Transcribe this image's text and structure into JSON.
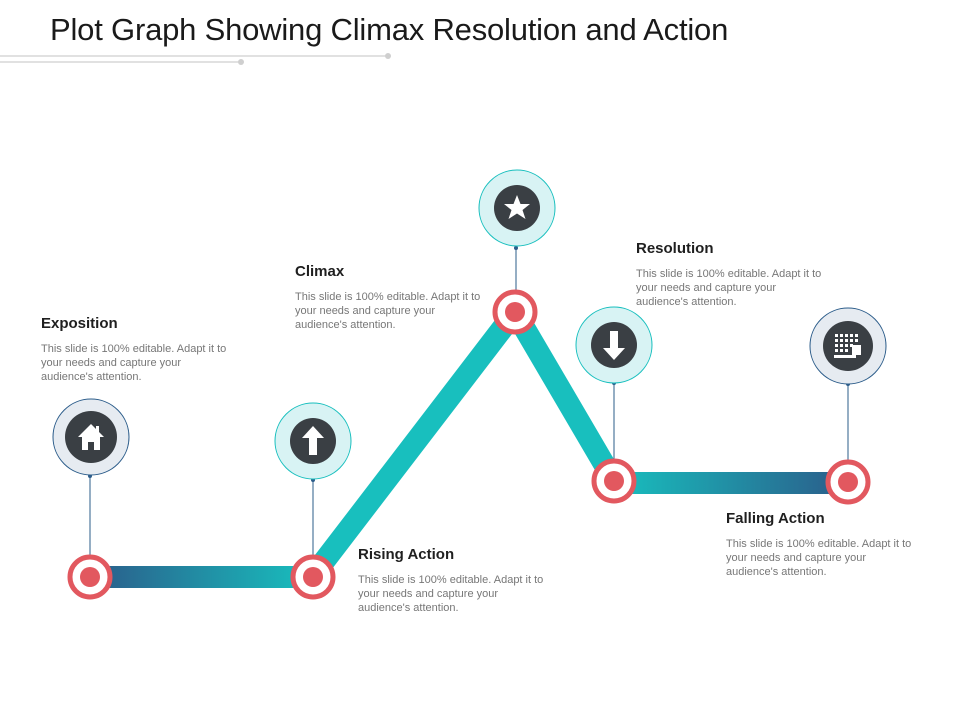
{
  "title": "Plot Graph Showing Climax Resolution and Action",
  "colors": {
    "teal": "#18bfbe",
    "navy": "#2b5c8a",
    "marker": "#e2585f",
    "icon_dark": "#3a3f44",
    "circle_fill_teal": "#d8f3f4",
    "circle_fill_gray": "#e6ebf1"
  },
  "stages": [
    {
      "id": "exposition",
      "title": "Exposition",
      "text": "This slide is 100% editable. Adapt it to your needs and capture your audience's attention.",
      "icon": "home-icon"
    },
    {
      "id": "rising-action",
      "title": "Rising Action",
      "text": "This slide is 100% editable. Adapt it to your needs and capture your audience's attention.",
      "icon": "arrow-up-icon"
    },
    {
      "id": "climax",
      "title": "Climax",
      "text": "This slide is 100% editable. Adapt it to your needs and capture your audience's attention.",
      "icon": "star-icon"
    },
    {
      "id": "resolution",
      "title": "Resolution",
      "text": "This slide is 100% editable. Adapt it to your needs and capture your audience's attention.",
      "icon": "arrow-down-icon"
    },
    {
      "id": "falling-action",
      "title": "Falling Action",
      "text": "This slide is 100% editable. Adapt it to your needs and capture your audience's attention.",
      "icon": "keyboard-icon"
    }
  ]
}
